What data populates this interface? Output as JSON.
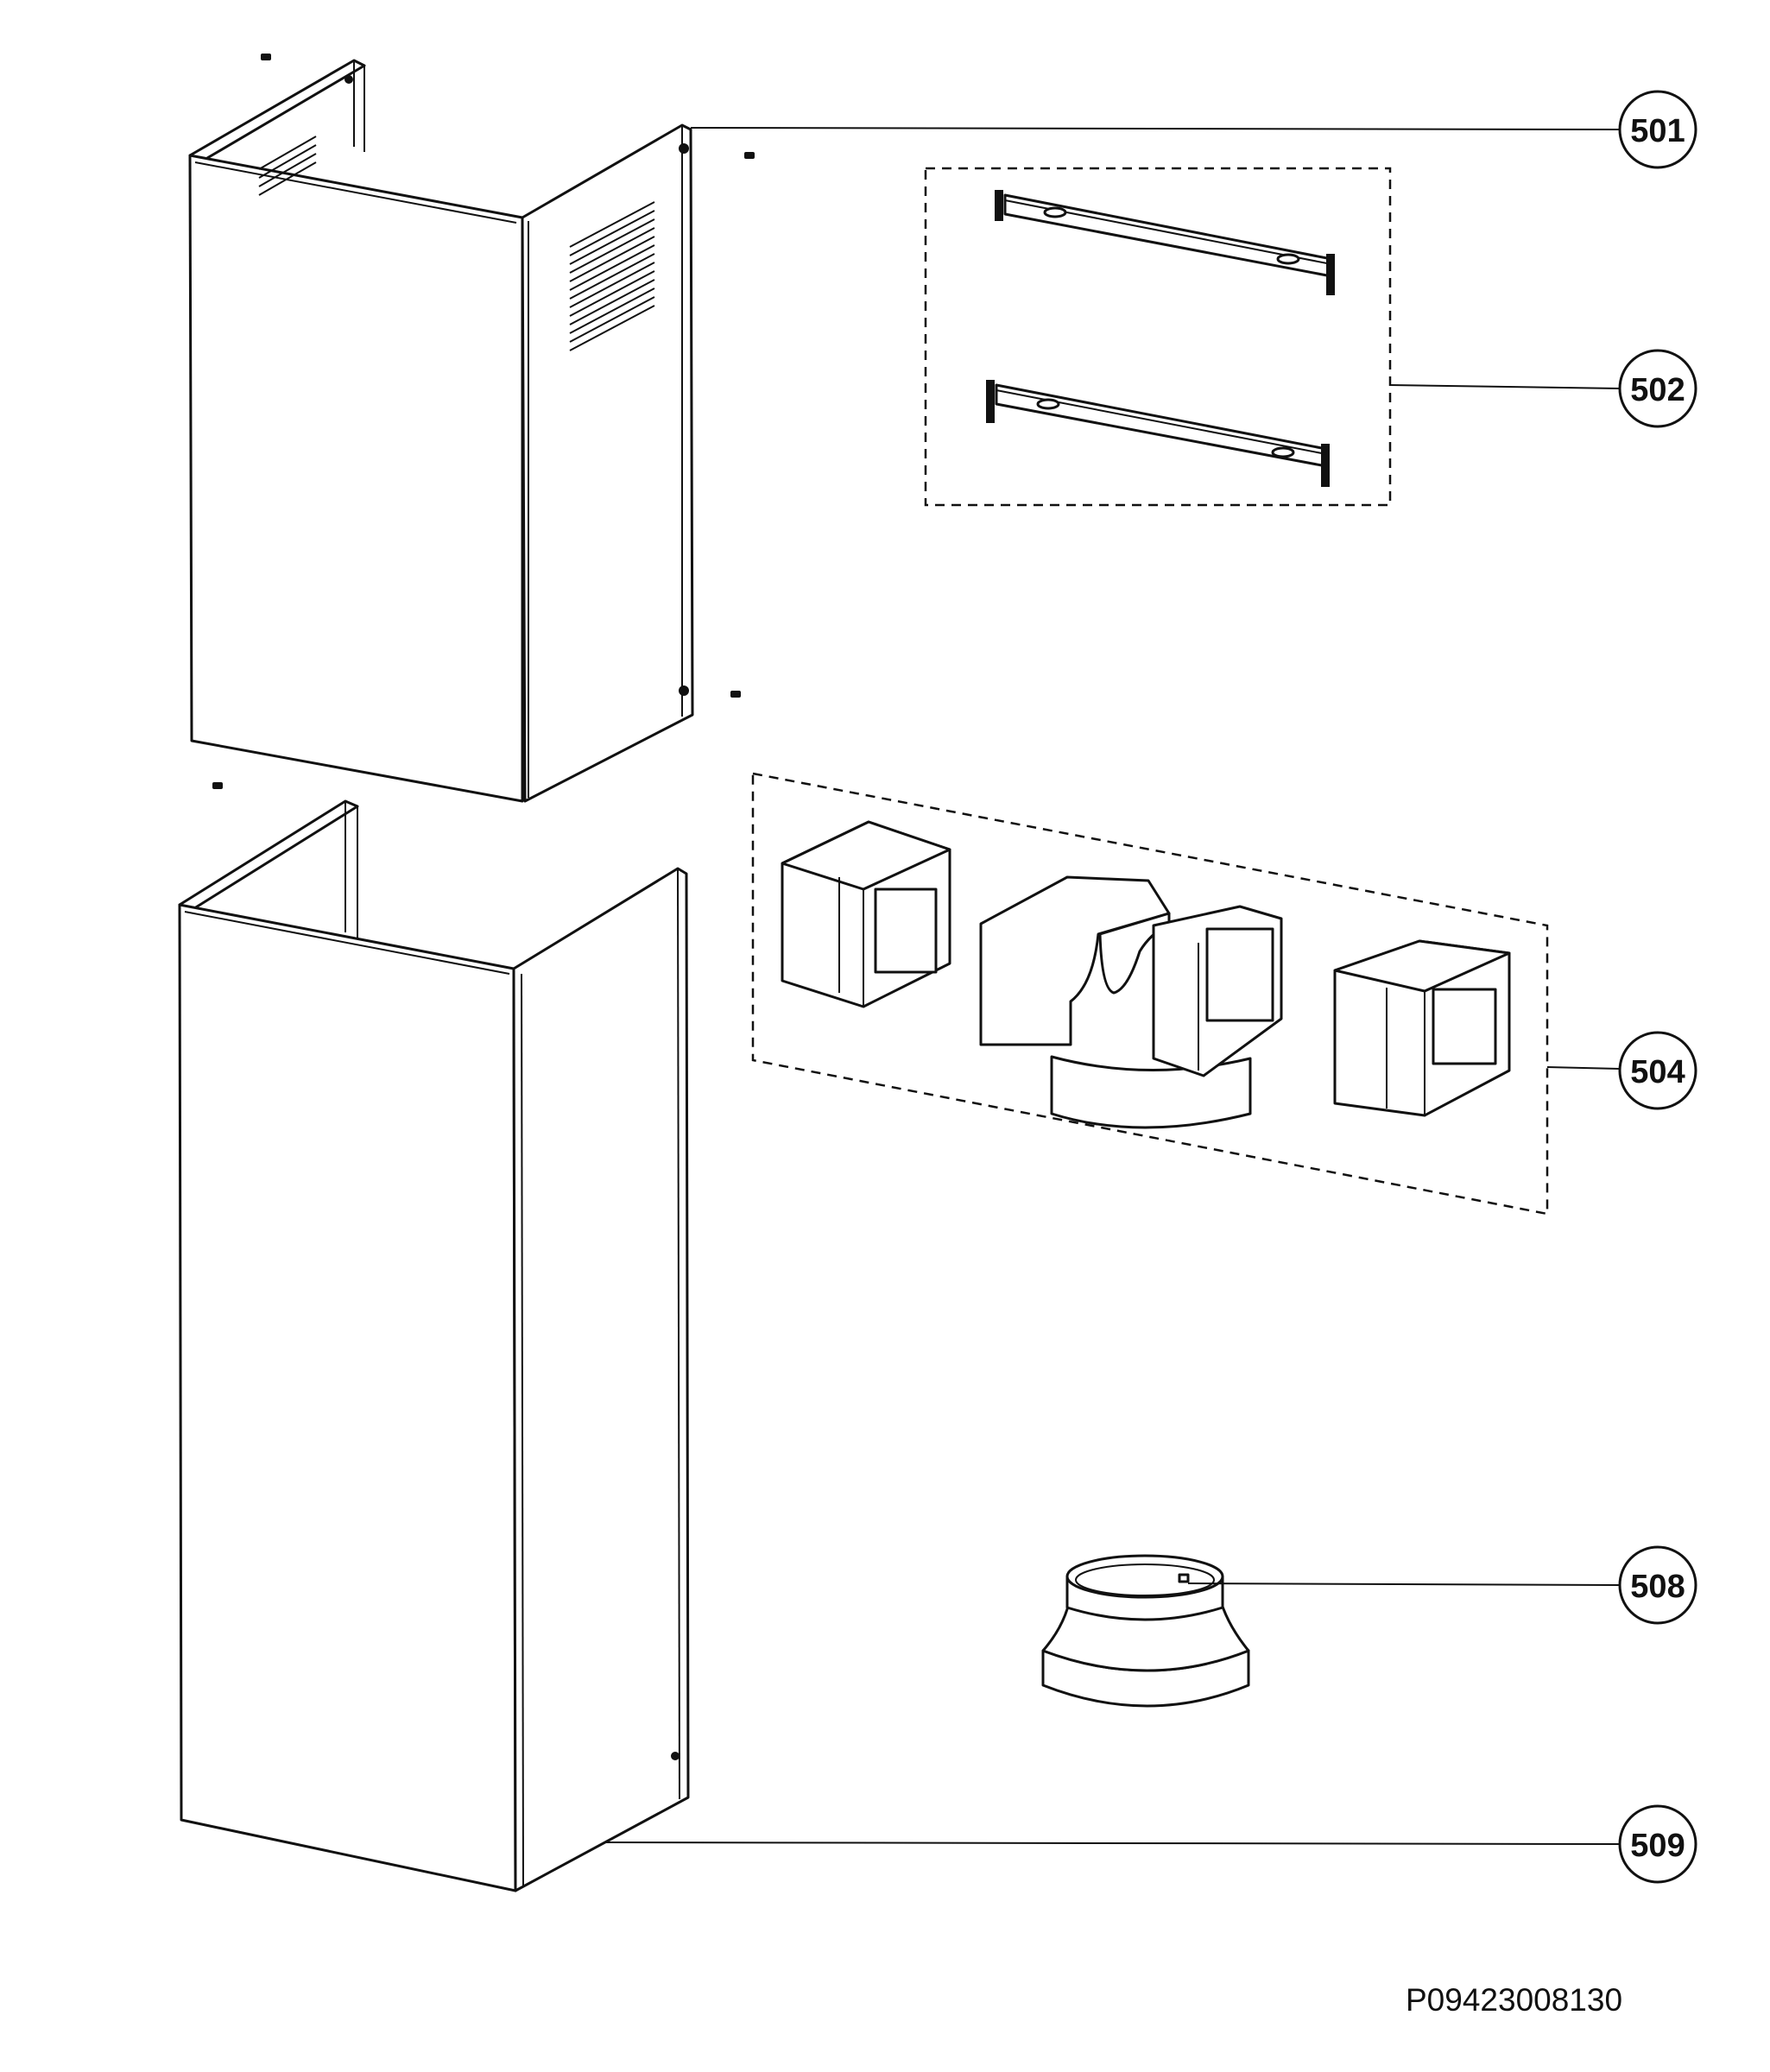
{
  "callouts": [
    {
      "id": "501",
      "label": "501"
    },
    {
      "id": "502",
      "label": "502"
    },
    {
      "id": "504",
      "label": "504"
    },
    {
      "id": "508",
      "label": "508"
    },
    {
      "id": "509",
      "label": "509"
    }
  ],
  "reference_code": "P09423008130",
  "colors": {
    "line": "#111111",
    "background": "#ffffff"
  }
}
